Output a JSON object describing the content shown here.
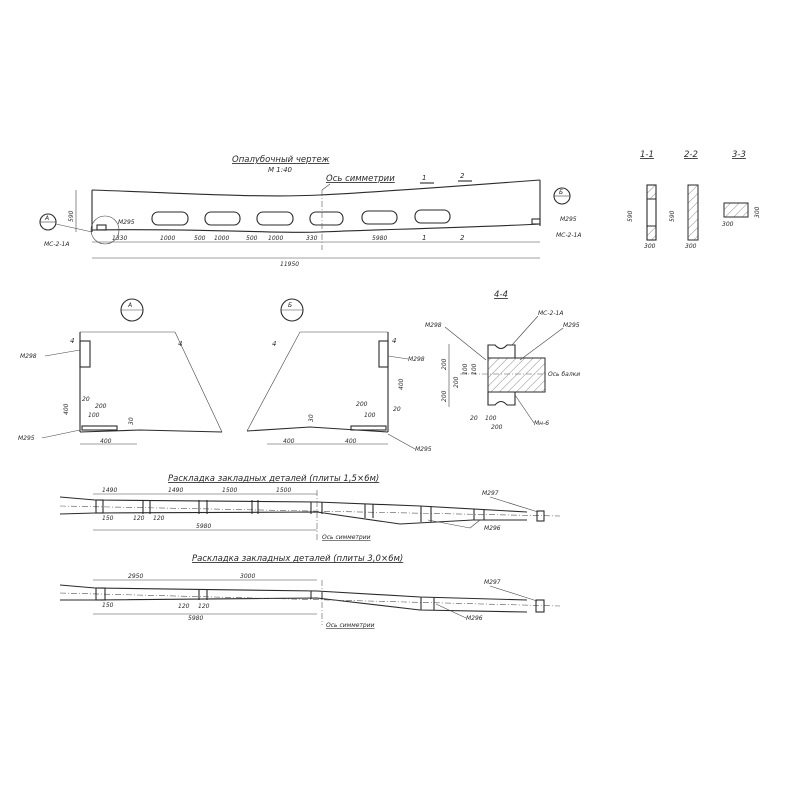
{
  "formwork": {
    "title": "Опалубочный чертеж",
    "scale": "М 1:40",
    "axis_label": "Ось симметрии",
    "section_1": "1",
    "section_2": "2",
    "callout_a": "А",
    "callout_b": "Б",
    "left_plate": "М295",
    "left_item": "МС-2-1А",
    "right_plate": "М295",
    "right_item": "МС-2-1А",
    "height": "590",
    "dims": [
      "1330",
      "1000",
      "500",
      "1000",
      "500",
      "1000",
      "330",
      "5980"
    ],
    "total": "11950"
  },
  "sections": [
    {
      "label": "1-1",
      "height": "590",
      "width": "300"
    },
    {
      "label": "2-2",
      "height": "590",
      "width": "300"
    },
    {
      "label": "3-3",
      "height": "300",
      "width": "300"
    }
  ],
  "detail_a": {
    "label": "А",
    "cut": "4",
    "plate_top": "М298",
    "plate_bottom": "М295",
    "h400": "400",
    "d20": "20",
    "d200": "200",
    "d100": "100",
    "d30": "30",
    "d400": "400"
  },
  "detail_b": {
    "label": "Б",
    "cut": "4",
    "plate_top": "М298",
    "plate_bottom": "М295",
    "h400": "400",
    "d20": "20",
    "d200": "200",
    "d100": "100",
    "d30": "30",
    "d400a": "400",
    "d400b": "400"
  },
  "section_44": {
    "title": "4-4",
    "m298": "М298",
    "mc": "МС-2-1А",
    "m295": "М295",
    "axis": "Ось балки",
    "h_top": "200",
    "h_bot": "200",
    "h_mid": "200",
    "h100a": "100",
    "h100b": "100",
    "w20": "20",
    "w100": "100",
    "w200": "200",
    "rebar": "Мн-6"
  },
  "layout_1": {
    "title": "Раскладка закладных деталей (плиты 1,5×6м)",
    "dims": [
      "1490",
      "1490",
      "1500",
      "1500"
    ],
    "d150": "150",
    "d120a": "120",
    "d120b": "120",
    "half": "5980",
    "axis": "Ось симметрии",
    "m297": "М297",
    "m296": "М296"
  },
  "layout_2": {
    "title": "Раскладка закладных деталей (плиты 3,0×6м)",
    "dims": [
      "2950",
      "3000"
    ],
    "d150": "150",
    "d120a": "120",
    "d120b": "120",
    "half": "5980",
    "axis": "Ось симметрии",
    "m297": "М297",
    "m296": "М296"
  }
}
